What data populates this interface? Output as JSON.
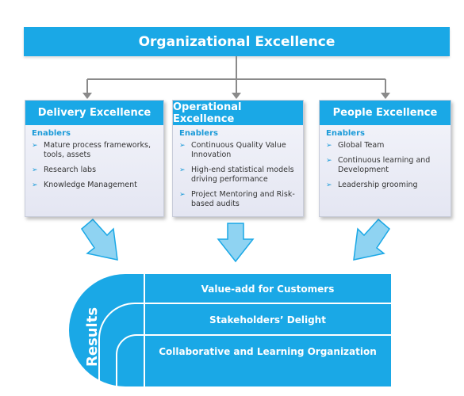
{
  "title": "Organizational Excellence",
  "pillars": [
    {
      "heading": "Delivery Excellence",
      "sub": "Enablers",
      "items": [
        "Mature process frameworks, tools, assets",
        "Research labs",
        "Knowledge Management"
      ]
    },
    {
      "heading": "Operational Excellence",
      "sub": "Enablers",
      "items": [
        "Continuous Quality Value Innovation",
        "High-end statistical  models driving performance",
        "Project Mentoring and Risk-based audits"
      ]
    },
    {
      "heading": "People Excellence",
      "sub": "Enablers",
      "items": [
        "Global Team",
        "Continuous learning and Development",
        "Leadership grooming"
      ]
    }
  ],
  "results": {
    "label": "Results",
    "bands": [
      "Value-add for Customers",
      "Stakeholders’ Delight",
      "Collaborative and Learning Organization"
    ]
  },
  "colors": {
    "accent": "#1aa8e6",
    "arrow_fill": "#8fd3f2",
    "connector": "#8a8a8a"
  }
}
